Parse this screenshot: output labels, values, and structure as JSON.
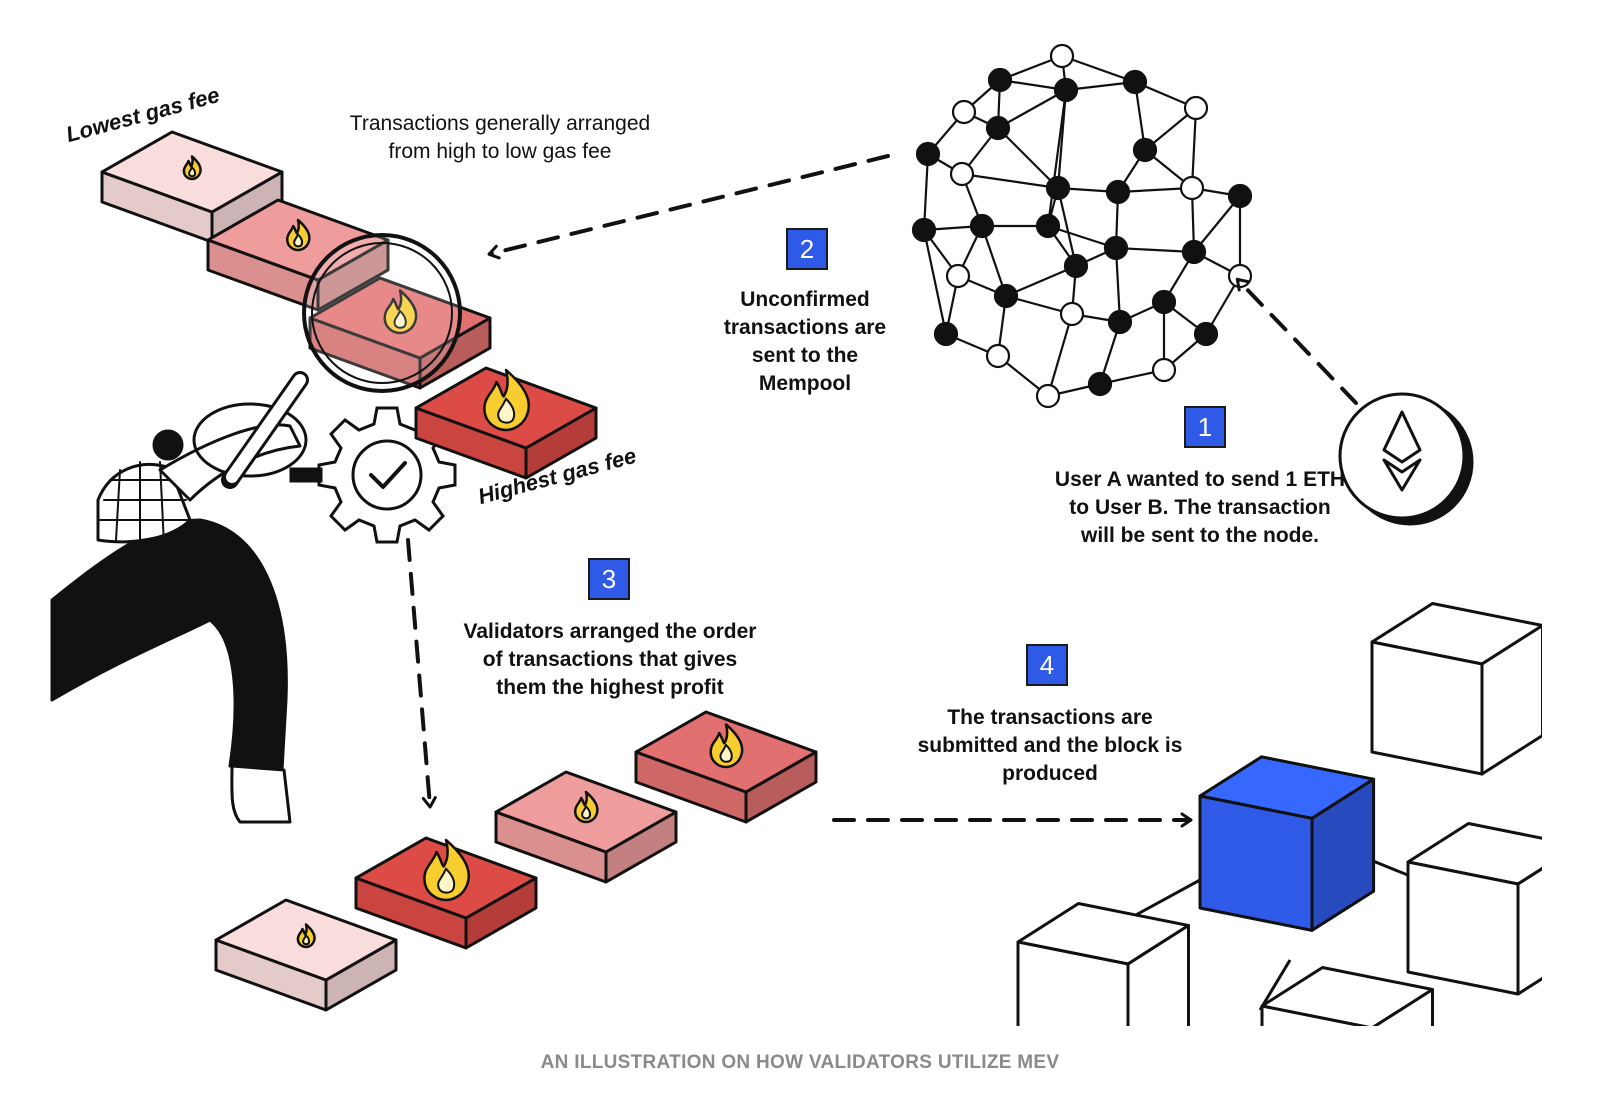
{
  "labels": {
    "lowest_gas": "Lowest gas fee",
    "highest_gas": "Highest gas fee",
    "arranged_line1": "Transactions generally arranged",
    "arranged_line2": "from high to low gas fee"
  },
  "steps": [
    {
      "number": "1",
      "lines": [
        "User A wanted to send 1 ETH",
        "to User B. The transaction",
        "will be sent to the node."
      ]
    },
    {
      "number": "2",
      "lines": [
        "Unconfirmed",
        "transactions are",
        "sent to the",
        "Mempool"
      ]
    },
    {
      "number": "3",
      "lines": [
        "Validators arranged the order",
        "of transactions that gives",
        "them the highest profit"
      ]
    },
    {
      "number": "4",
      "lines": [
        "The transactions are",
        "submitted and the block is",
        "produced"
      ]
    }
  ],
  "caption": "AN ILLUSTRATION ON HOW VALIDATORS UTILIZE MEV",
  "colors": {
    "accent_blue": "#2f5ae8",
    "fee_low": "#f9dcdc",
    "fee_mid": "#ee9c9c",
    "fee_mid_high": "#e27070",
    "fee_high": "#dc4b45",
    "flame": "#f7cd2f"
  },
  "icons": [
    "flame-icon",
    "magnifier-icon",
    "gear-check-icon",
    "ethereum-icon",
    "network-globe-icon",
    "block-cube-icon"
  ]
}
